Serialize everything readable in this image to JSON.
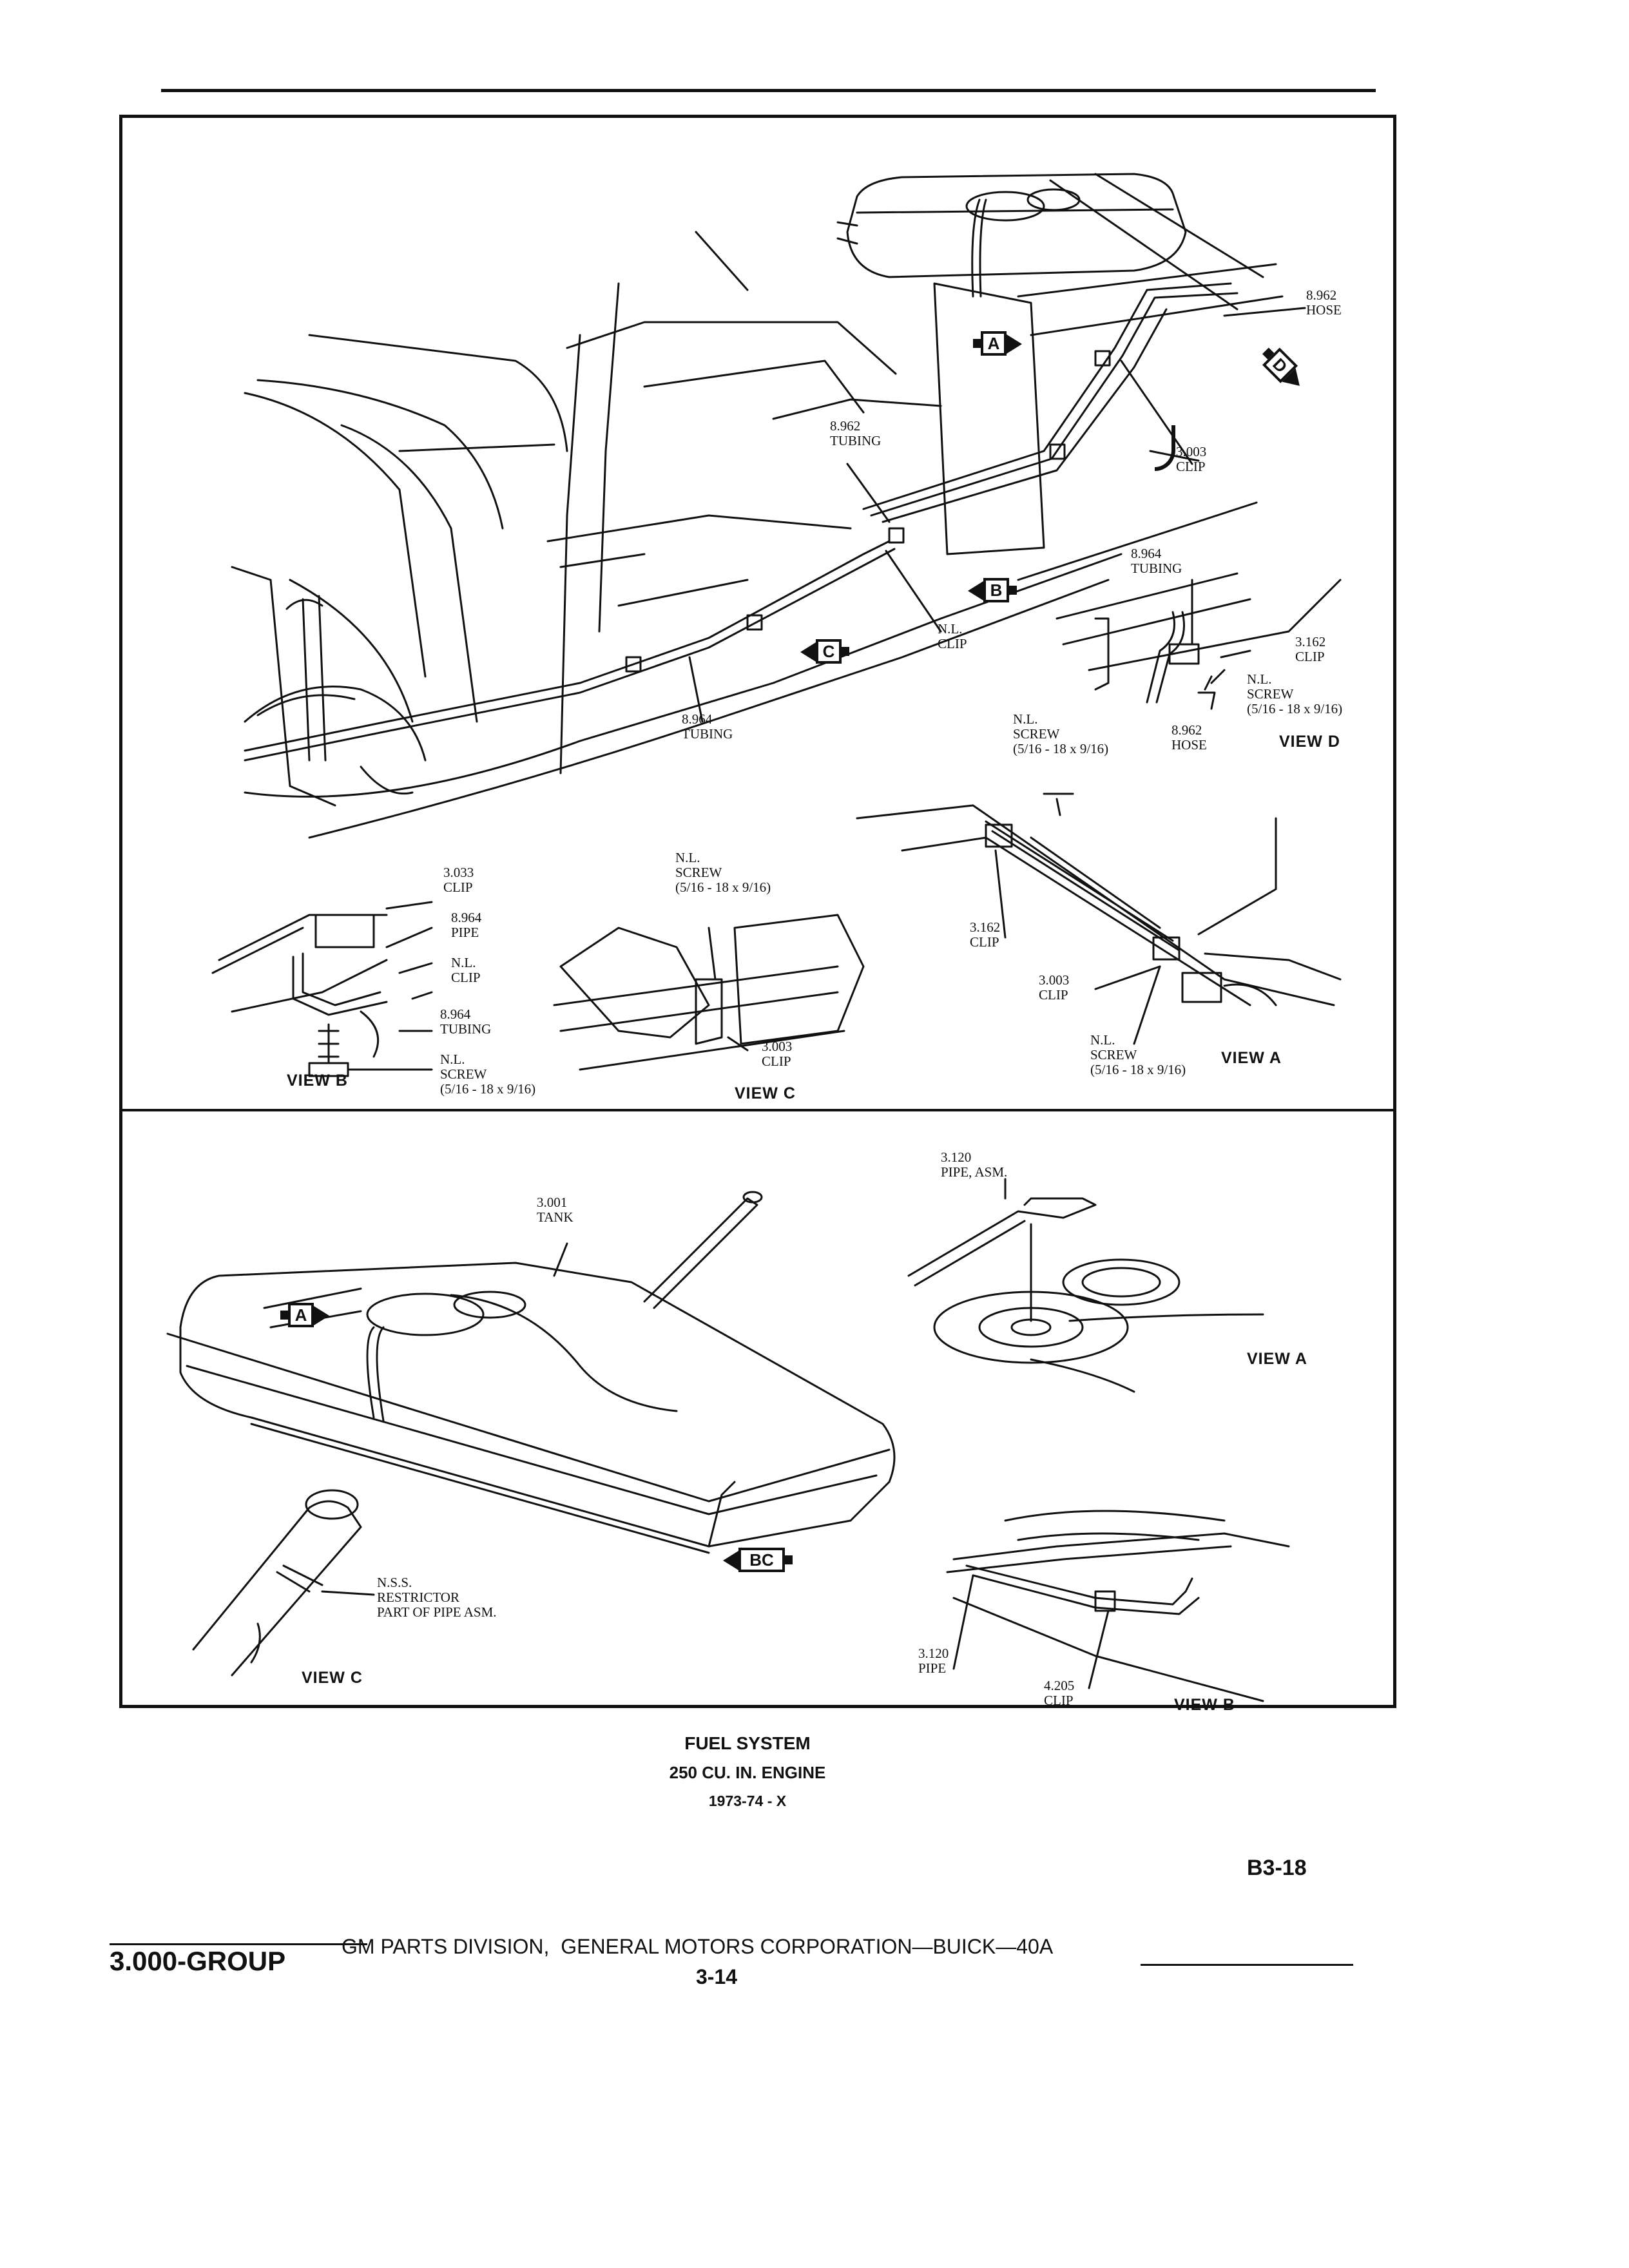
{
  "colors": {
    "ink": "#111111",
    "paper": "#ffffff"
  },
  "top_panel": {
    "labels": {
      "hose_8962_num": "8.962",
      "hose_8962_name": "HOSE",
      "tubing_8962_num": "8.962",
      "tubing_8962_name": "TUBING",
      "clip_3003_num": "3.003",
      "clip_3003_name": "CLIP",
      "nl_clip_num": "N.L.",
      "nl_clip_name": "CLIP",
      "tubing_8964_num": "8.964",
      "tubing_8964_name": "TUBING"
    },
    "view_d": {
      "title": "VIEW D",
      "tubing_num": "8.964",
      "tubing_name": "TUBING",
      "clip_num": "3.162",
      "clip_name": "CLIP",
      "screw_num": "N.L.",
      "screw_name": "SCREW",
      "screw_size": "(5/16 - 18 x 9/16)",
      "hose_num": "8.962",
      "hose_name": "HOSE"
    },
    "view_a": {
      "title": "VIEW A",
      "screw1_num": "N.L.",
      "screw1_name": "SCREW",
      "screw1_size": "(5/16 - 18 x 9/16)",
      "clip3162_num": "3.162",
      "clip3162_name": "CLIP",
      "clip3003_num": "3.003",
      "clip3003_name": "CLIP",
      "screw2_num": "N.L.",
      "screw2_name": "SCREW",
      "screw2_size": "(5/16 - 18 x 9/16)"
    },
    "view_b": {
      "title": "VIEW B",
      "clip3033_num": "3.033",
      "clip3033_name": "CLIP",
      "pipe_num": "8.964",
      "pipe_name": "PIPE",
      "nlclip_num": "N.L.",
      "nlclip_name": "CLIP",
      "tubing_num": "8.964",
      "tubing_name": "TUBING",
      "screw_num": "N.L.",
      "screw_name": "SCREW",
      "screw_size": "(5/16 - 18 x 9/16)"
    },
    "view_c": {
      "title": "VIEW C",
      "screw_num": "N.L.",
      "screw_name": "SCREW",
      "screw_size": "(5/16 - 18 x 9/16)",
      "clip_num": "3.003",
      "clip_name": "CLIP"
    },
    "callouts": {
      "a": "A",
      "b": "B",
      "c": "C",
      "d": "D"
    }
  },
  "bottom_panel": {
    "tank_num": "3.001",
    "tank_name": "TANK",
    "view_a": {
      "title": "VIEW A",
      "pipe_num": "3.120",
      "pipe_name": "PIPE, ASM."
    },
    "view_c": {
      "title": "VIEW C",
      "restrictor_1": "N.S.S.",
      "restrictor_2": "RESTRICTOR",
      "restrictor_3": "PART OF PIPE ASM."
    },
    "view_b": {
      "title": "VIEW B",
      "pipe_num": "3.120",
      "pipe_name": "PIPE",
      "clip_num": "4.205",
      "clip_name": "CLIP"
    },
    "callouts": {
      "a": "A",
      "bc": "BC"
    }
  },
  "caption": {
    "line1": "FUEL SYSTEM",
    "line2": "250 CU. IN. ENGINE",
    "line3": "1973-74 - X"
  },
  "page_code": "B3-18",
  "footer": {
    "group": "3.000-GROUP",
    "division": "GM PARTS DIVISION,  GENERAL MOTORS CORPORATION—BUICK—40A",
    "page": "3-14"
  }
}
